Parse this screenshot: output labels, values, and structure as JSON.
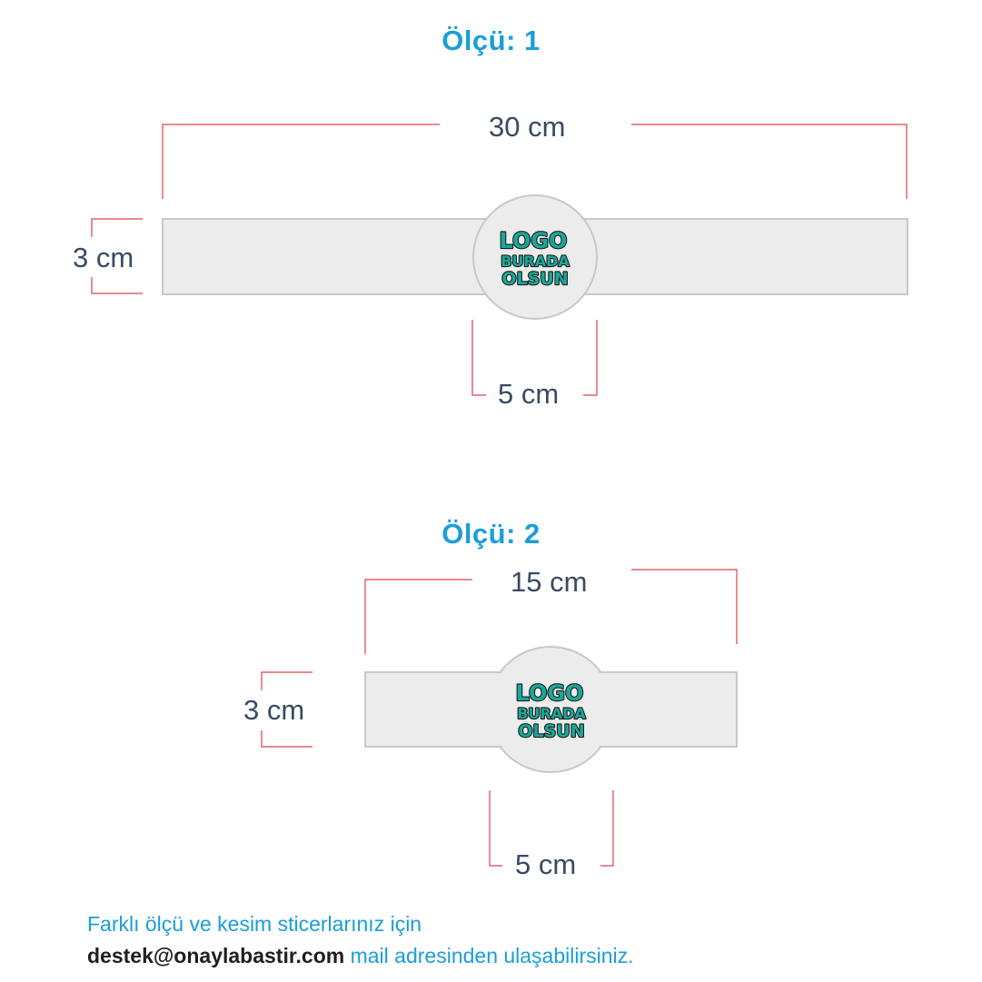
{
  "colors": {
    "title": "#1a9ed8",
    "dimension_line": "#d9434b",
    "dimension_text": "#3a4a63",
    "sticker_fill": "#ececec",
    "sticker_stroke": "#c8c8c8",
    "logo_fill": "#17a89a",
    "logo_outline": "#1d1d1d",
    "footer_text": "#1a9ed8",
    "footer_email": "#1f1f1f"
  },
  "variant1": {
    "title": "Ölçü: 1",
    "width_label": "30 cm",
    "height_label": "3 cm",
    "circle_label": "5 cm"
  },
  "variant2": {
    "title": "Ölçü: 2",
    "width_label": "15 cm",
    "height_label": "3 cm",
    "circle_label": "5 cm"
  },
  "logo": {
    "line1": "LOGO",
    "line2": "BURADA",
    "line3": "OLSUN"
  },
  "footer": {
    "line1": "Farklı ölçü ve kesim sticerlarınız için",
    "email": "destek@onaylabastir.com",
    "line2_rest": " mail adresinden ulaşabilirsiniz."
  }
}
